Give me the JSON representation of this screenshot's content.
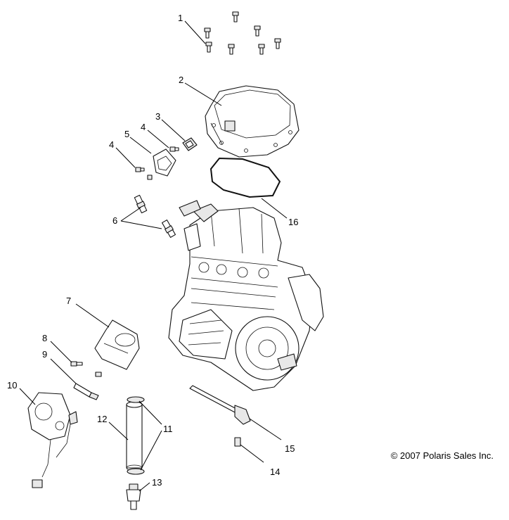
{
  "callouts": [
    {
      "id": "c1",
      "label": "1"
    },
    {
      "id": "c2",
      "label": "2"
    },
    {
      "id": "c3",
      "label": "3"
    },
    {
      "id": "c4a",
      "label": "4"
    },
    {
      "id": "c4b",
      "label": "4"
    },
    {
      "id": "c5",
      "label": "5"
    },
    {
      "id": "c6",
      "label": "6"
    },
    {
      "id": "c7",
      "label": "7"
    },
    {
      "id": "c8",
      "label": "8"
    },
    {
      "id": "c9",
      "label": "9"
    },
    {
      "id": "c10",
      "label": "10"
    },
    {
      "id": "c11",
      "label": "11"
    },
    {
      "id": "c12",
      "label": "12"
    },
    {
      "id": "c13",
      "label": "13"
    },
    {
      "id": "c14",
      "label": "14"
    },
    {
      "id": "c15",
      "label": "15"
    },
    {
      "id": "c16",
      "label": "16"
    }
  ],
  "copyright": "© 2007 Polaris Sales Inc."
}
